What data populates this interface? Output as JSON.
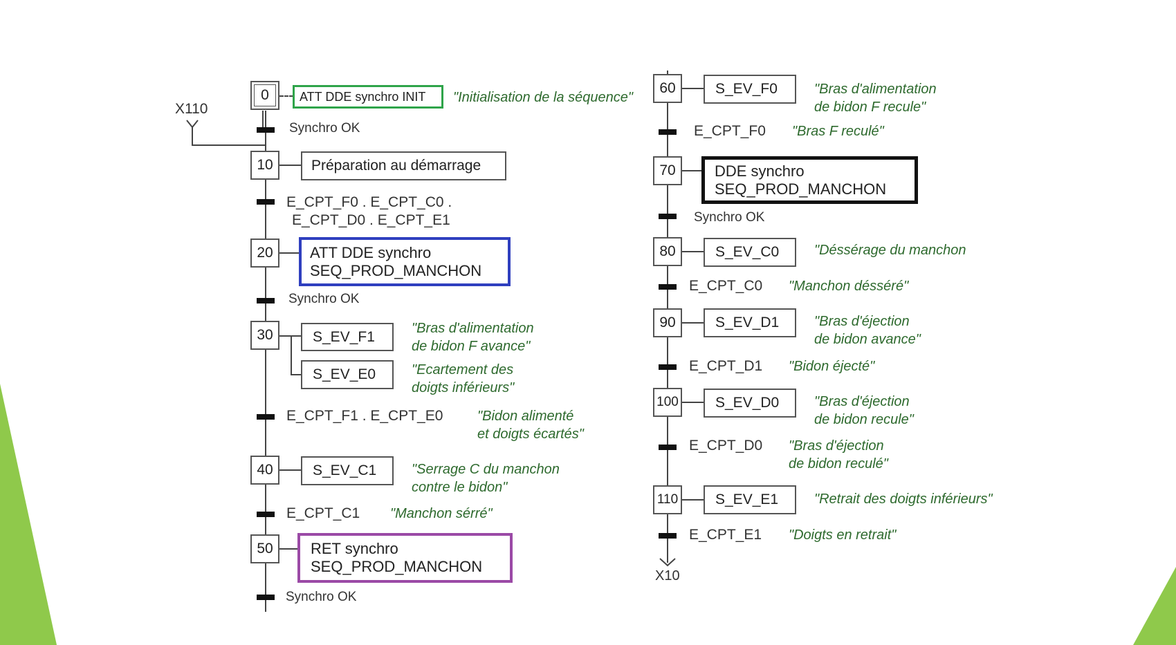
{
  "colors": {
    "green_box": "#2fa44a",
    "blue_box": "#2f3fbf",
    "black_box": "#111111",
    "purple_box": "#9b4aa6",
    "comment": "#2e6a2e",
    "decor_green": "#8fc94b"
  },
  "left": {
    "step0": "0",
    "act0": "ATT DDE synchro INIT",
    "cmt0": "\"Initialisation de la séquence\"",
    "jump_label": "X110",
    "t1": "Synchro OK",
    "step10": "10",
    "act10": "Préparation au démarrage",
    "t2_line1": "E_CPT_F0 . E_CPT_C0 .",
    "t2_line2": "E_CPT_D0 . E_CPT_E1",
    "step20": "20",
    "act20_line1": "ATT DDE synchro",
    "act20_line2": "SEQ_PROD_MANCHON",
    "t3": "Synchro OK",
    "step30": "30",
    "act30a": "S_EV_F1",
    "cmt30a_line1": "\"Bras d'alimentation",
    "cmt30a_line2": "de bidon F avance\"",
    "act30b": "S_EV_E0",
    "cmt30b_line1": "\"Ecartement des",
    "cmt30b_line2": "doigts inférieurs\"",
    "t4": "E_CPT_F1 . E_CPT_E0",
    "cmt_t4_line1": "\"Bidon alimenté",
    "cmt_t4_line2": "et doigts écartés\"",
    "step40": "40",
    "act40": "S_EV_C1",
    "cmt40_line1": "\"Serrage C du manchon",
    "cmt40_line2": "contre le bidon\"",
    "t5": "E_CPT_C1",
    "cmt_t5": "\"Manchon sérré\"",
    "step50": "50",
    "act50_line1": "RET synchro",
    "act50_line2": "SEQ_PROD_MANCHON",
    "t6": "Synchro OK"
  },
  "right": {
    "step60": "60",
    "act60": "S_EV_F0",
    "cmt60_line1": "\"Bras d'alimentation",
    "cmt60_line2": "de bidon F recule\"",
    "t60": "E_CPT_F0",
    "cmt_t60": "\"Bras F reculé\"",
    "step70": "70",
    "act70_line1": "DDE synchro",
    "act70_line2": "SEQ_PROD_MANCHON",
    "t70": "Synchro OK",
    "step80": "80",
    "act80": "S_EV_C0",
    "cmt80": "\"Déssérage du manchon",
    "t80": "E_CPT_C0",
    "cmt_t80": "\"Manchon désséré\"",
    "step90": "90",
    "act90": "S_EV_D1",
    "cmt90_line1": "\"Bras d'éjection",
    "cmt90_line2": "de bidon avance\"",
    "t90": "E_CPT_D1",
    "cmt_t90": "\"Bidon éjecté\"",
    "step100": "100",
    "act100": "S_EV_D0",
    "cmt100_line1": "\"Bras d'éjection",
    "cmt100_line2": "de bidon recule\"",
    "t100": "E_CPT_D0",
    "cmt_t100_line1": "\"Bras d'éjection",
    "cmt_t100_line2": "de bidon reculé\"",
    "step110": "110",
    "act110": "S_EV_E1",
    "cmt110": "\"Retrait des doigts inférieurs\"",
    "t110": "E_CPT_E1",
    "cmt_t110": "\"Doigts en retrait\"",
    "jump_label": "X10"
  }
}
